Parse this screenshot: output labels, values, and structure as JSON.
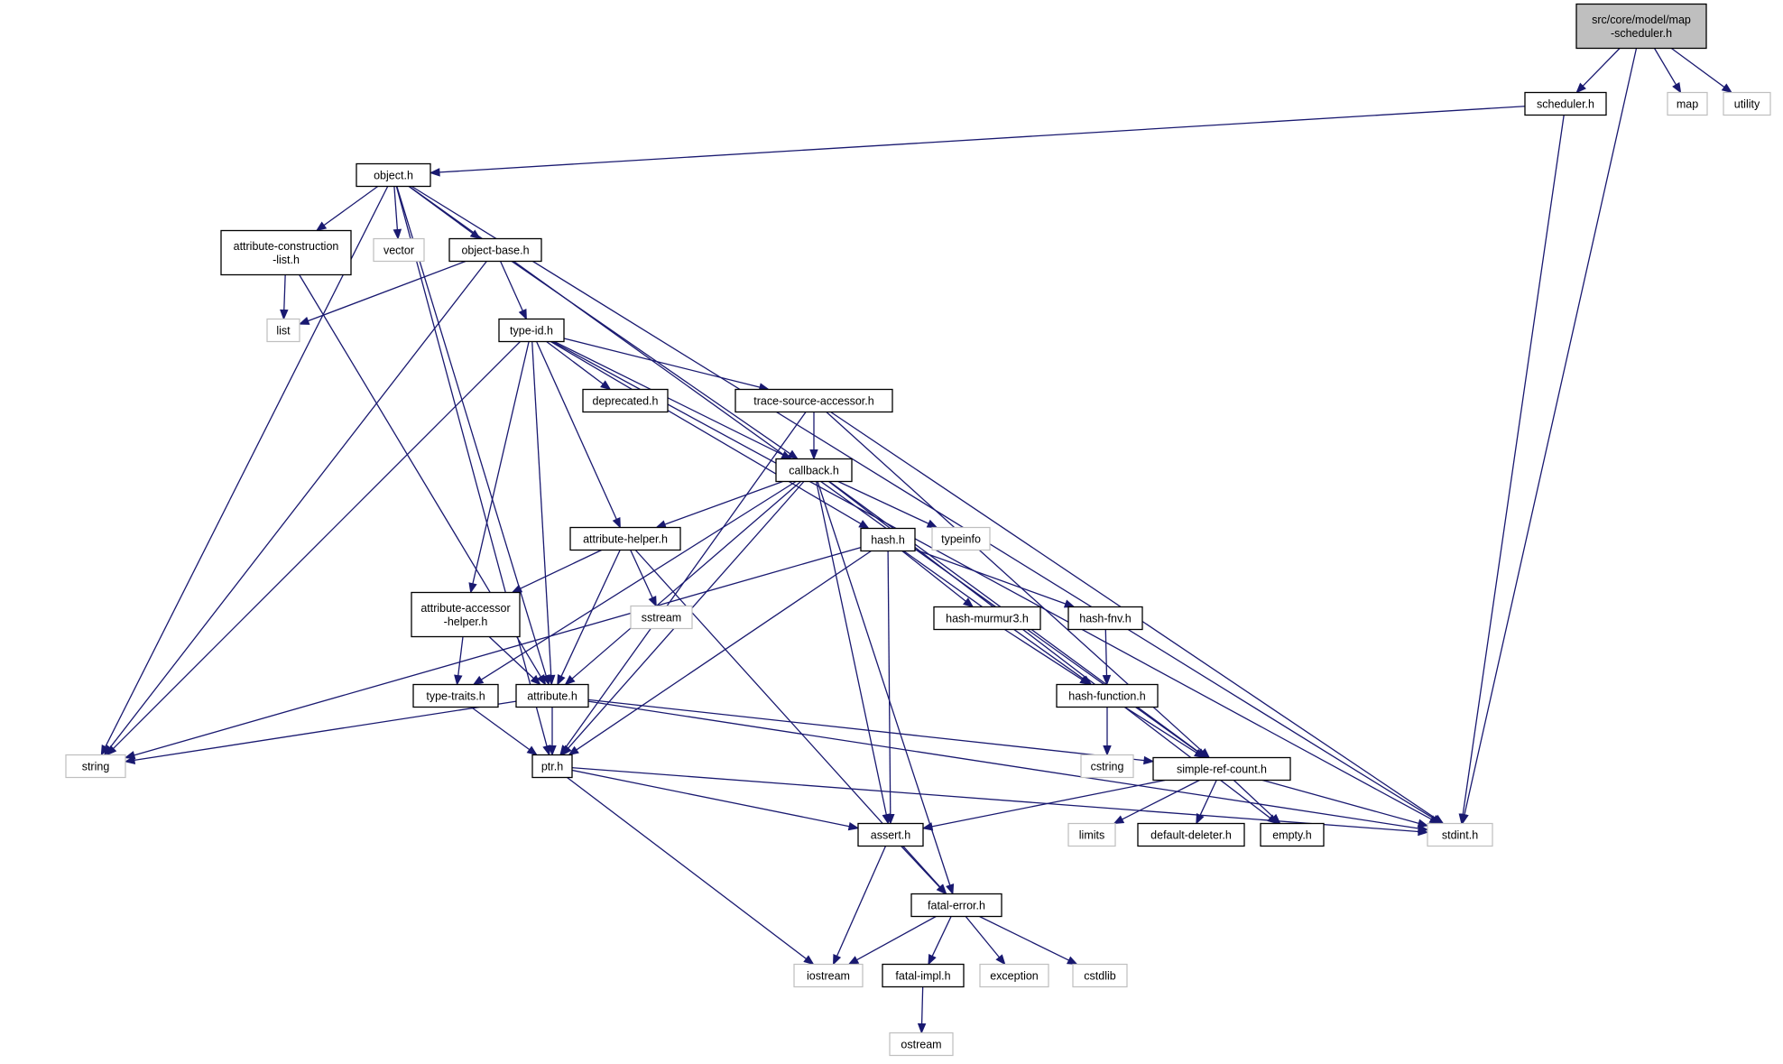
{
  "diagram": {
    "title": "",
    "colors": {
      "edge": "#191970",
      "root_fill": "#bfbfbf",
      "external_border": "#bfbfbf",
      "node_border": "#000000",
      "background": "#ffffff"
    },
    "nodes": [
      {
        "id": "root",
        "lines": [
          "src/core/model/map",
          "-scheduler.h"
        ],
        "kind": "root"
      },
      {
        "id": "scheduler",
        "lines": [
          "scheduler.h"
        ],
        "kind": "header"
      },
      {
        "id": "map",
        "lines": [
          "map"
        ],
        "kind": "external"
      },
      {
        "id": "utility",
        "lines": [
          "utility"
        ],
        "kind": "external"
      },
      {
        "id": "object",
        "lines": [
          "object.h"
        ],
        "kind": "header"
      },
      {
        "id": "attrcons",
        "lines": [
          "attribute-construction",
          "-list.h"
        ],
        "kind": "header"
      },
      {
        "id": "vector",
        "lines": [
          "vector"
        ],
        "kind": "external"
      },
      {
        "id": "objbase",
        "lines": [
          "object-base.h"
        ],
        "kind": "header"
      },
      {
        "id": "list",
        "lines": [
          "list"
        ],
        "kind": "external"
      },
      {
        "id": "typeid",
        "lines": [
          "type-id.h"
        ],
        "kind": "header"
      },
      {
        "id": "deprecated",
        "lines": [
          "deprecated.h"
        ],
        "kind": "header"
      },
      {
        "id": "tsa",
        "lines": [
          "trace-source-accessor.h"
        ],
        "kind": "header"
      },
      {
        "id": "callback",
        "lines": [
          "callback.h"
        ],
        "kind": "header"
      },
      {
        "id": "attrhelper",
        "lines": [
          "attribute-helper.h"
        ],
        "kind": "header"
      },
      {
        "id": "hash",
        "lines": [
          "hash.h"
        ],
        "kind": "header"
      },
      {
        "id": "typeinfo",
        "lines": [
          "typeinfo"
        ],
        "kind": "external"
      },
      {
        "id": "sstream",
        "lines": [
          "sstream"
        ],
        "kind": "external"
      },
      {
        "id": "aah",
        "lines": [
          "attribute-accessor",
          "-helper.h"
        ],
        "kind": "header"
      },
      {
        "id": "murmur",
        "lines": [
          "hash-murmur3.h"
        ],
        "kind": "header"
      },
      {
        "id": "fnv",
        "lines": [
          "hash-fnv.h"
        ],
        "kind": "header"
      },
      {
        "id": "typetraits",
        "lines": [
          "type-traits.h"
        ],
        "kind": "header"
      },
      {
        "id": "attribute",
        "lines": [
          "attribute.h"
        ],
        "kind": "header"
      },
      {
        "id": "hashfunc",
        "lines": [
          "hash-function.h"
        ],
        "kind": "header"
      },
      {
        "id": "string",
        "lines": [
          "string"
        ],
        "kind": "external"
      },
      {
        "id": "ptr",
        "lines": [
          "ptr.h"
        ],
        "kind": "header"
      },
      {
        "id": "cstring",
        "lines": [
          "cstring"
        ],
        "kind": "external"
      },
      {
        "id": "src",
        "lines": [
          "simple-ref-count.h"
        ],
        "kind": "header"
      },
      {
        "id": "limits",
        "lines": [
          "limits"
        ],
        "kind": "external"
      },
      {
        "id": "defdel",
        "lines": [
          "default-deleter.h"
        ],
        "kind": "header"
      },
      {
        "id": "empty",
        "lines": [
          "empty.h"
        ],
        "kind": "header"
      },
      {
        "id": "stdint",
        "lines": [
          "stdint.h"
        ],
        "kind": "external"
      },
      {
        "id": "assert",
        "lines": [
          "assert.h"
        ],
        "kind": "header"
      },
      {
        "id": "fatalerr",
        "lines": [
          "fatal-error.h"
        ],
        "kind": "header"
      },
      {
        "id": "iostream",
        "lines": [
          "iostream"
        ],
        "kind": "external"
      },
      {
        "id": "fatalimpl",
        "lines": [
          "fatal-impl.h"
        ],
        "kind": "header"
      },
      {
        "id": "exception",
        "lines": [
          "exception"
        ],
        "kind": "external"
      },
      {
        "id": "cstdlib",
        "lines": [
          "cstdlib"
        ],
        "kind": "external"
      },
      {
        "id": "ostream",
        "lines": [
          "ostream"
        ],
        "kind": "external"
      }
    ],
    "edges": [
      [
        "root",
        "scheduler"
      ],
      [
        "root",
        "map"
      ],
      [
        "root",
        "utility"
      ],
      [
        "root",
        "stdint"
      ],
      [
        "scheduler",
        "object"
      ],
      [
        "scheduler",
        "stdint"
      ],
      [
        "object",
        "attrcons"
      ],
      [
        "object",
        "vector"
      ],
      [
        "object",
        "objbase"
      ],
      [
        "object",
        "string"
      ],
      [
        "object",
        "ptr"
      ],
      [
        "object",
        "attribute"
      ],
      [
        "object",
        "src"
      ],
      [
        "object",
        "stdint"
      ],
      [
        "attrcons",
        "list"
      ],
      [
        "attrcons",
        "attribute"
      ],
      [
        "objbase",
        "list"
      ],
      [
        "objbase",
        "string"
      ],
      [
        "objbase",
        "typeid"
      ],
      [
        "objbase",
        "callback"
      ],
      [
        "typeid",
        "deprecated"
      ],
      [
        "typeid",
        "tsa"
      ],
      [
        "typeid",
        "callback"
      ],
      [
        "typeid",
        "string"
      ],
      [
        "typeid",
        "aah"
      ],
      [
        "typeid",
        "attrhelper"
      ],
      [
        "typeid",
        "attribute"
      ],
      [
        "typeid",
        "hash"
      ],
      [
        "typeid",
        "stdint"
      ],
      [
        "tsa",
        "callback"
      ],
      [
        "tsa",
        "ptr"
      ],
      [
        "tsa",
        "src"
      ],
      [
        "tsa",
        "stdint"
      ],
      [
        "callback",
        "attrhelper"
      ],
      [
        "callback",
        "attribute"
      ],
      [
        "callback",
        "typeinfo"
      ],
      [
        "callback",
        "ptr"
      ],
      [
        "callback",
        "typetraits"
      ],
      [
        "callback",
        "src"
      ],
      [
        "callback",
        "empty"
      ],
      [
        "callback",
        "fatalerr"
      ],
      [
        "callback",
        "assert"
      ],
      [
        "attrhelper",
        "aah"
      ],
      [
        "attrhelper",
        "sstream"
      ],
      [
        "attrhelper",
        "attribute"
      ],
      [
        "attrhelper",
        "fatalerr"
      ],
      [
        "hash",
        "murmur"
      ],
      [
        "hash",
        "fnv"
      ],
      [
        "hash",
        "hashfunc"
      ],
      [
        "hash",
        "string"
      ],
      [
        "hash",
        "ptr"
      ],
      [
        "hash",
        "assert"
      ],
      [
        "aah",
        "typetraits"
      ],
      [
        "aah",
        "attribute"
      ],
      [
        "murmur",
        "hashfunc"
      ],
      [
        "fnv",
        "hashfunc"
      ],
      [
        "typetraits",
        "ptr"
      ],
      [
        "attribute",
        "string"
      ],
      [
        "attribute",
        "ptr"
      ],
      [
        "attribute",
        "src"
      ],
      [
        "attribute",
        "stdint"
      ],
      [
        "hashfunc",
        "cstring"
      ],
      [
        "hashfunc",
        "src"
      ],
      [
        "ptr",
        "assert"
      ],
      [
        "ptr",
        "iostream"
      ],
      [
        "ptr",
        "stdint"
      ],
      [
        "src",
        "assert"
      ],
      [
        "src",
        "limits"
      ],
      [
        "src",
        "defdel"
      ],
      [
        "src",
        "empty"
      ],
      [
        "src",
        "stdint"
      ],
      [
        "assert",
        "iostream"
      ],
      [
        "assert",
        "fatalerr"
      ],
      [
        "fatalerr",
        "iostream"
      ],
      [
        "fatalerr",
        "fatalimpl"
      ],
      [
        "fatalerr",
        "exception"
      ],
      [
        "fatalerr",
        "cstdlib"
      ],
      [
        "fatalimpl",
        "ostream"
      ]
    ]
  }
}
